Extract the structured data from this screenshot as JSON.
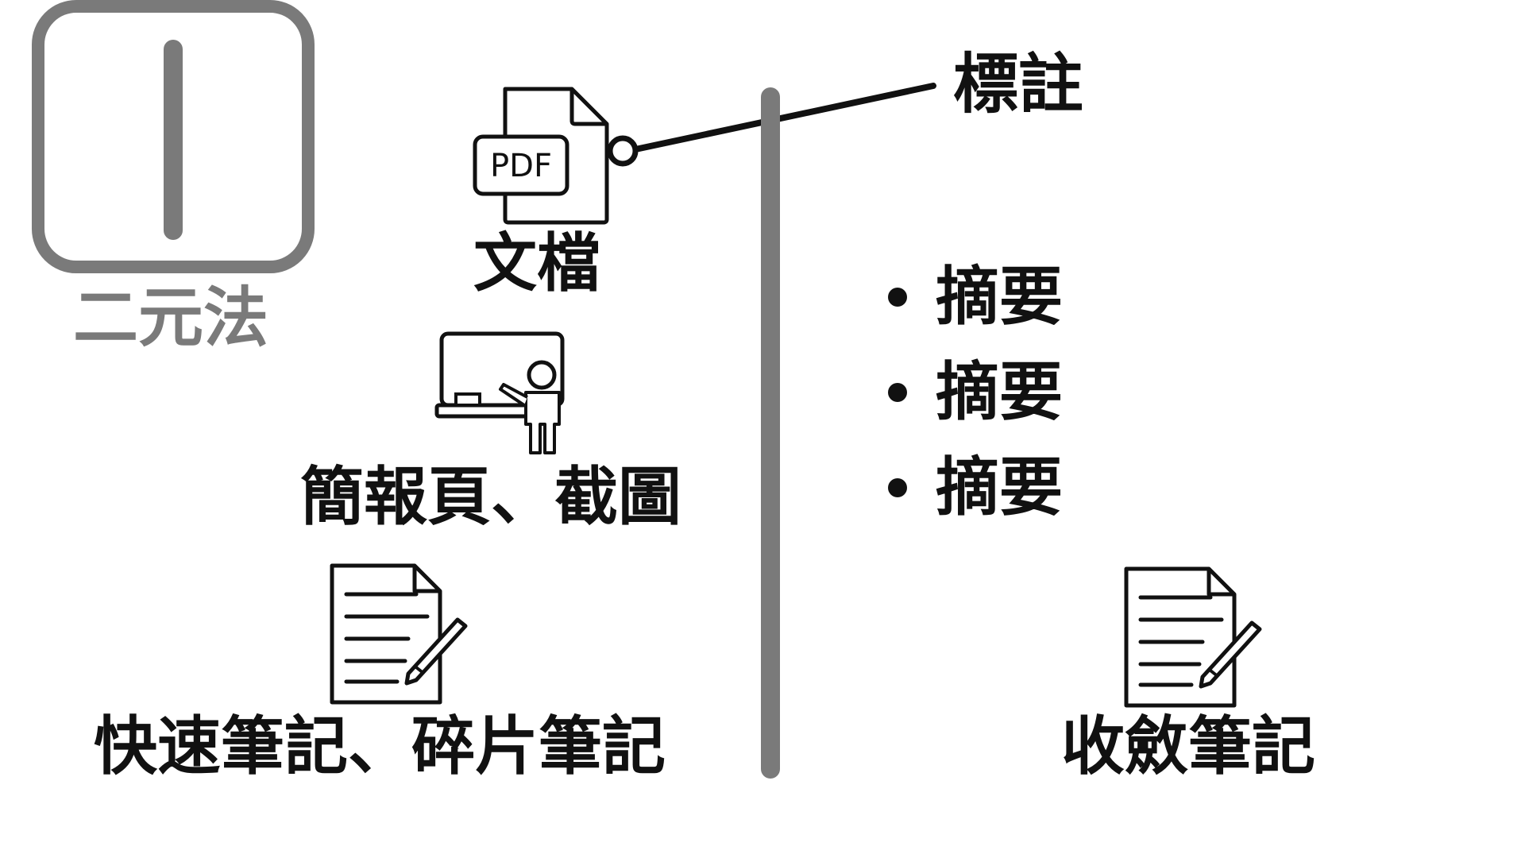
{
  "logo": {
    "glyph": "|",
    "caption": "二元法",
    "color": "#7a7a7a"
  },
  "left_column": {
    "document": {
      "icon": "pdf-file-icon",
      "icon_text": "PDF",
      "label": "文檔"
    },
    "slides": {
      "icon": "teacher-whiteboard-icon",
      "label": "簡報頁、截圖"
    },
    "quick_notes": {
      "icon": "note-pencil-icon",
      "label": "快速筆記、碎片筆記"
    }
  },
  "right_column": {
    "annotation": {
      "label": "標註"
    },
    "summaries": [
      "摘要",
      "摘要",
      "摘要"
    ],
    "converged_notes": {
      "icon": "note-pencil-icon",
      "label": "收斂筆記"
    }
  },
  "colors": {
    "divider": "#7a7a7a",
    "ink": "#111111"
  }
}
